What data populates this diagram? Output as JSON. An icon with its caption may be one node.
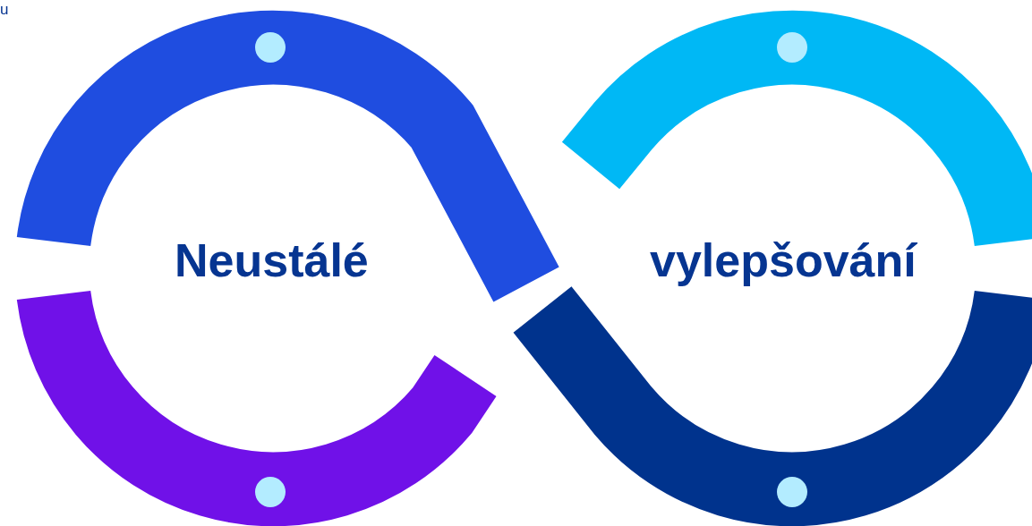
{
  "diagram": {
    "labels": [
      "u",
      "Neustálé",
      "vylepšování"
    ]
  }
}
